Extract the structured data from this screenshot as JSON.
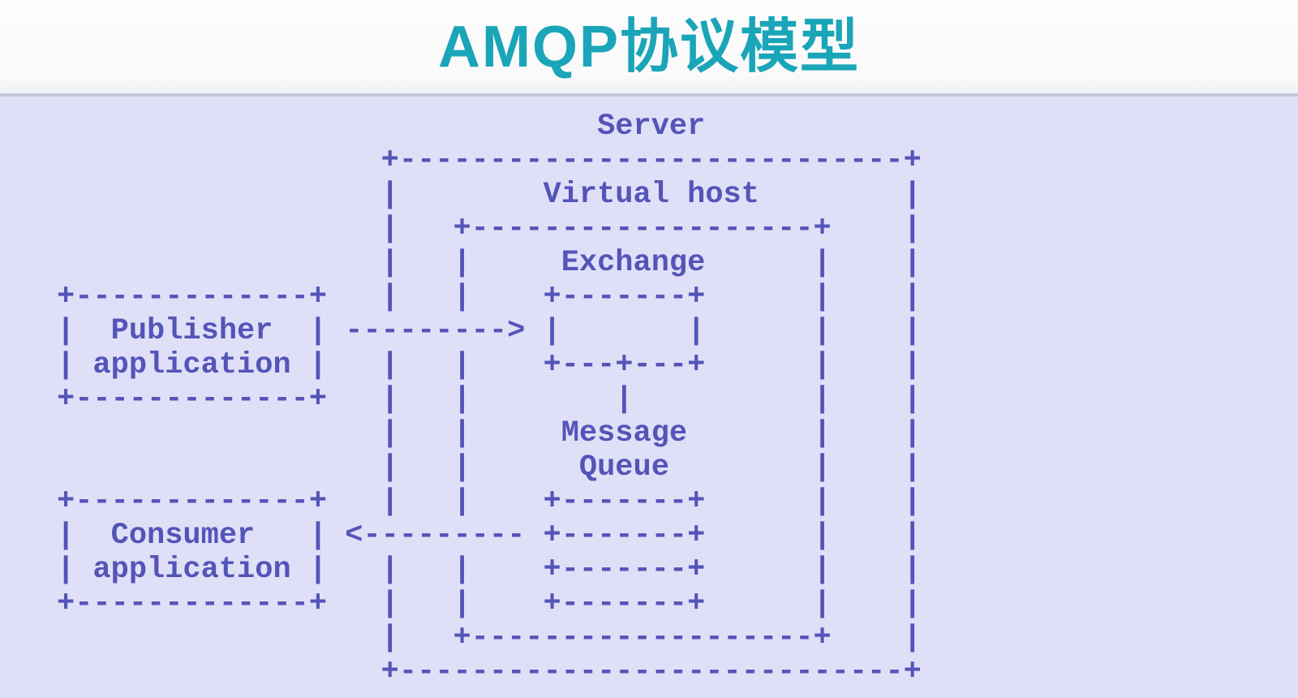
{
  "title": "AMQP协议模型",
  "diagram": {
    "nodes": {
      "server": "Server",
      "virtual_host": "Virtual host",
      "exchange": "Exchange",
      "message_queue_line1": "Message",
      "message_queue_line2": "Queue",
      "publisher_line1": "Publisher",
      "publisher_line2": "application",
      "consumer_line1": "Consumer",
      "consumer_line2": "application"
    },
    "flows": {
      "publisher_to_exchange": "--------->",
      "queue_to_consumer": "<---------"
    },
    "ascii_art": "                              Server\n                  +----------------------------+\n                  |        Virtual host        |\n                  |   +-------------------+    |\n                  |   |     Exchange      |    |\n+-------------+   |   |    +-------+      |    |\n|  Publisher  | ---------> |       |      |    |\n| application |   |   |    +---+---+      |    |\n+-------------+   |   |        |          |    |\n                  |   |     Message       |    |\n                  |   |      Queue        |    |\n+-------------+   |   |    +-------+      |    |\n|  Consumer   | <--------- +-------+      |    |\n| application |   |   |    +-------+      |    |\n+-------------+   |   |    +-------+      |    |\n                  |   +-------------------+    |\n                  +----------------------------+"
  },
  "colors": {
    "title_color": "#1aa5b8",
    "header_bg": "#fafafa",
    "divider": "#c5c8da",
    "diagram_bg": "#dfe0f8",
    "diagram_text": "#5454b8"
  }
}
